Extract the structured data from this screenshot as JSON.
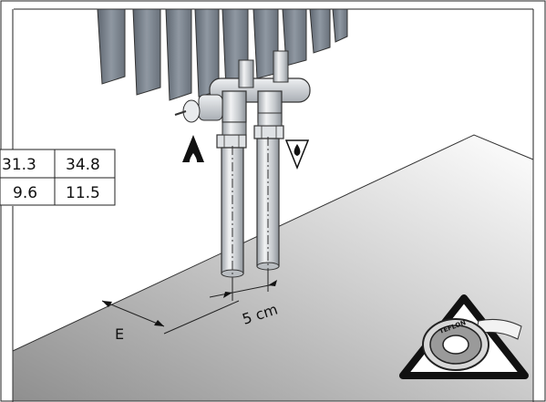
{
  "table": {
    "rows": [
      [
        "31.3",
        "34.8"
      ],
      [
        "9.6",
        "11.5"
      ]
    ]
  },
  "dimensions": {
    "distance_label": "5 cm",
    "edge_label": "E"
  },
  "badge": {
    "tape_text": "TEFLON"
  },
  "colors": {
    "radiator": "#7c8590",
    "pipe": "#c9cdd1",
    "floor_dark": "#8a8a8a",
    "floor_light": "#ffffff"
  }
}
